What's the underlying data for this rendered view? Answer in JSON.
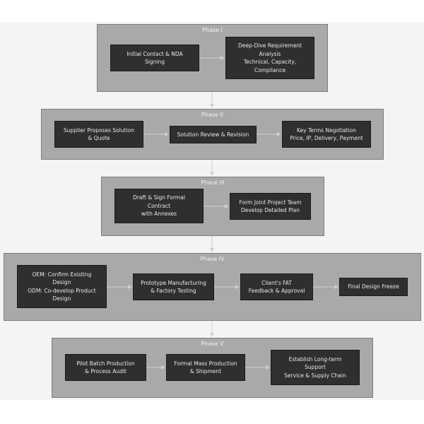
{
  "phases": [
    {
      "label": "Phase I",
      "nodes": [
        {
          "lines": [
            "Initial Contact & NDA",
            "Signing"
          ]
        },
        {
          "lines": [
            "Deep-Dive Requirement",
            "Analysis",
            "Technical, Capacity,",
            "Compliance"
          ]
        }
      ]
    },
    {
      "label": "Phase II",
      "nodes": [
        {
          "lines": [
            "Supplier Proposes Solution",
            "& Quote"
          ]
        },
        {
          "lines": [
            "Solution Review & Revision"
          ]
        },
        {
          "lines": [
            "Key Terms Negotiation",
            "Price, IP, Delivery, Payment"
          ]
        }
      ]
    },
    {
      "label": "Phase III",
      "nodes": [
        {
          "lines": [
            "Draft & Sign Formal",
            "Contract",
            "with Annexes"
          ]
        },
        {
          "lines": [
            "Form Joint Project Team",
            "Develop Detailed Plan"
          ]
        }
      ]
    },
    {
      "label": "Phase IV",
      "nodes": [
        {
          "lines": [
            "OEM: Confirm Existing",
            "Design",
            "ODM: Co-develop Product",
            "Design"
          ]
        },
        {
          "lines": [
            "Prototype Manufacturing",
            "& Factory Testing"
          ]
        },
        {
          "lines": [
            "Client's FAT",
            "Feedback & Approval"
          ]
        },
        {
          "lines": [
            "Final Design Freeze"
          ]
        }
      ]
    },
    {
      "label": "Phase V",
      "nodes": [
        {
          "lines": [
            "Pilot Batch Production",
            "& Process Audit"
          ]
        },
        {
          "lines": [
            "Formal Mass Production",
            "& Shipment"
          ]
        },
        {
          "lines": [
            "Establish Long-term",
            "Support",
            "Service & Supply Chain"
          ]
        }
      ]
    }
  ]
}
